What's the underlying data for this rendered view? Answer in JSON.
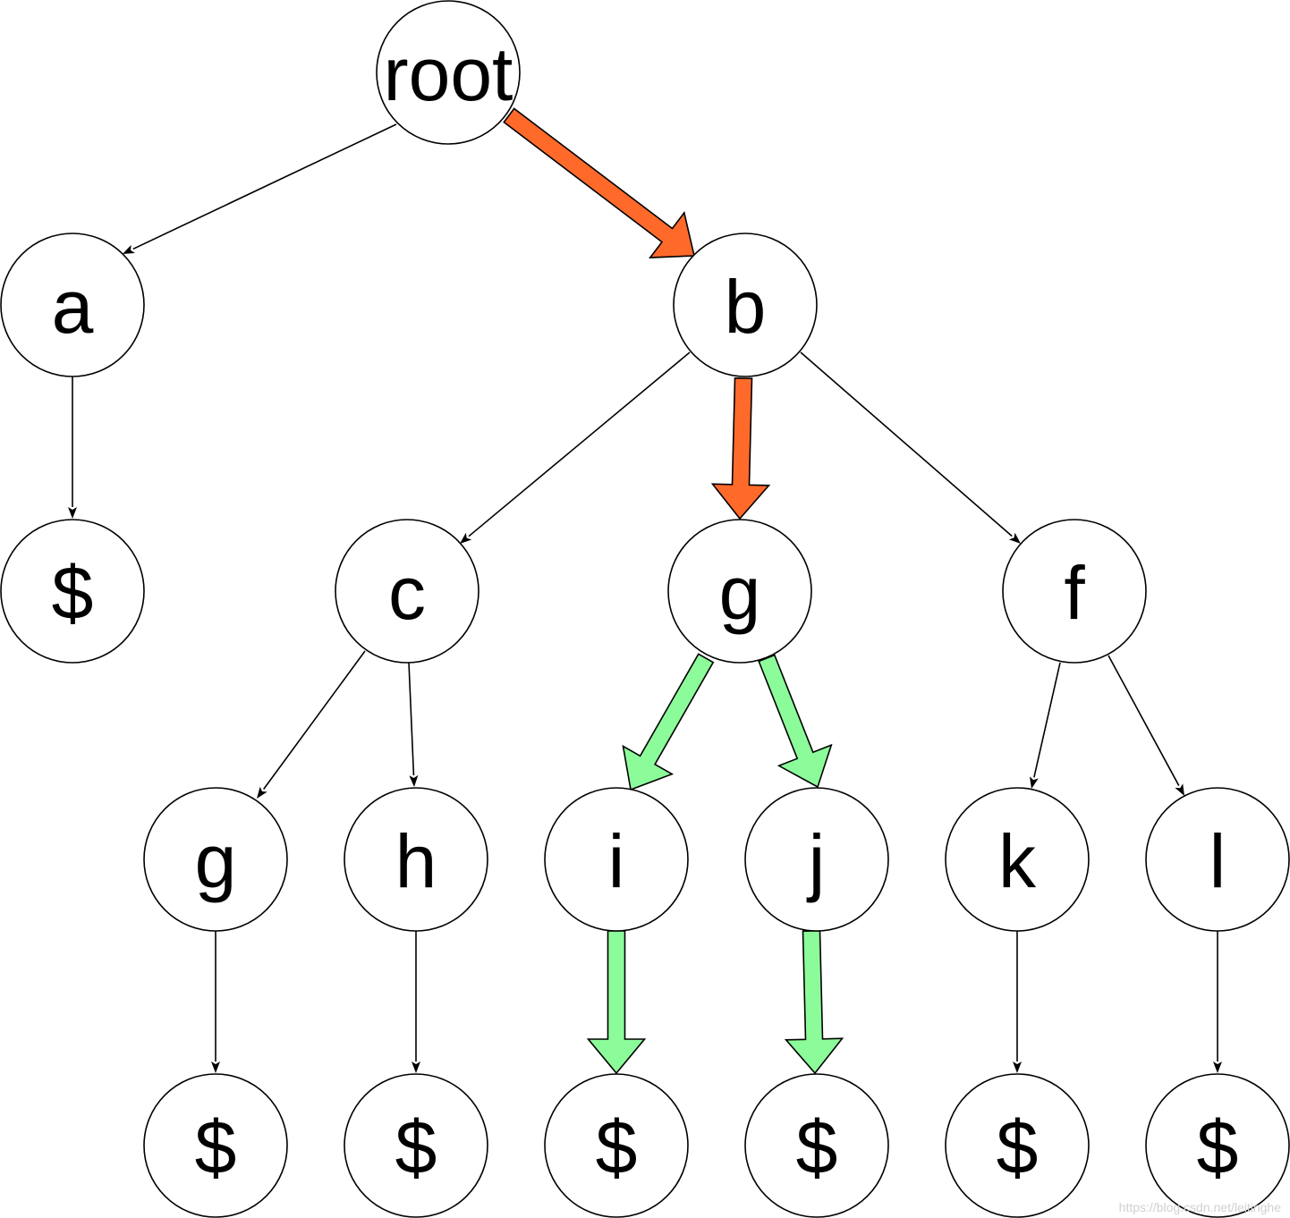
{
  "nodes": [
    {
      "id": "root",
      "label": "root"
    },
    {
      "id": "a",
      "label": "a"
    },
    {
      "id": "b",
      "label": "b"
    },
    {
      "id": "a-end",
      "label": "$"
    },
    {
      "id": "c",
      "label": "c"
    },
    {
      "id": "g1",
      "label": "g"
    },
    {
      "id": "f",
      "label": "f"
    },
    {
      "id": "g2",
      "label": "g"
    },
    {
      "id": "h",
      "label": "h"
    },
    {
      "id": "i",
      "label": "i"
    },
    {
      "id": "j",
      "label": "j"
    },
    {
      "id": "k",
      "label": "k"
    },
    {
      "id": "l",
      "label": "l"
    },
    {
      "id": "g2-end",
      "label": "$"
    },
    {
      "id": "h-end",
      "label": "$"
    },
    {
      "id": "i-end",
      "label": "$"
    },
    {
      "id": "j-end",
      "label": "$"
    },
    {
      "id": "k-end",
      "label": "$"
    },
    {
      "id": "l-end",
      "label": "$"
    }
  ],
  "edges": [
    {
      "from": "root",
      "to": "a",
      "highlight": "none"
    },
    {
      "from": "root",
      "to": "b",
      "highlight": "orange"
    },
    {
      "from": "a",
      "to": "a-end",
      "highlight": "none"
    },
    {
      "from": "b",
      "to": "c",
      "highlight": "none"
    },
    {
      "from": "b",
      "to": "g1",
      "highlight": "orange"
    },
    {
      "from": "b",
      "to": "f",
      "highlight": "none"
    },
    {
      "from": "c",
      "to": "g2",
      "highlight": "none"
    },
    {
      "from": "c",
      "to": "h",
      "highlight": "none"
    },
    {
      "from": "g1",
      "to": "i",
      "highlight": "green"
    },
    {
      "from": "g1",
      "to": "j",
      "highlight": "green"
    },
    {
      "from": "f",
      "to": "k",
      "highlight": "none"
    },
    {
      "from": "f",
      "to": "l",
      "highlight": "none"
    },
    {
      "from": "g2",
      "to": "g2-end",
      "highlight": "none"
    },
    {
      "from": "h",
      "to": "h-end",
      "highlight": "none"
    },
    {
      "from": "i",
      "to": "i-end",
      "highlight": "green"
    },
    {
      "from": "j",
      "to": "j-end",
      "highlight": "green"
    },
    {
      "from": "k",
      "to": "k-end",
      "highlight": "none"
    },
    {
      "from": "l",
      "to": "l-end",
      "highlight": "none"
    }
  ],
  "colors": {
    "orange": "#ff6a2b",
    "green": "#8cfc9a",
    "stroke": "#000000",
    "node_fill": "#ffffff"
  },
  "watermark": "https://blog.csdn.net/leitinghe"
}
